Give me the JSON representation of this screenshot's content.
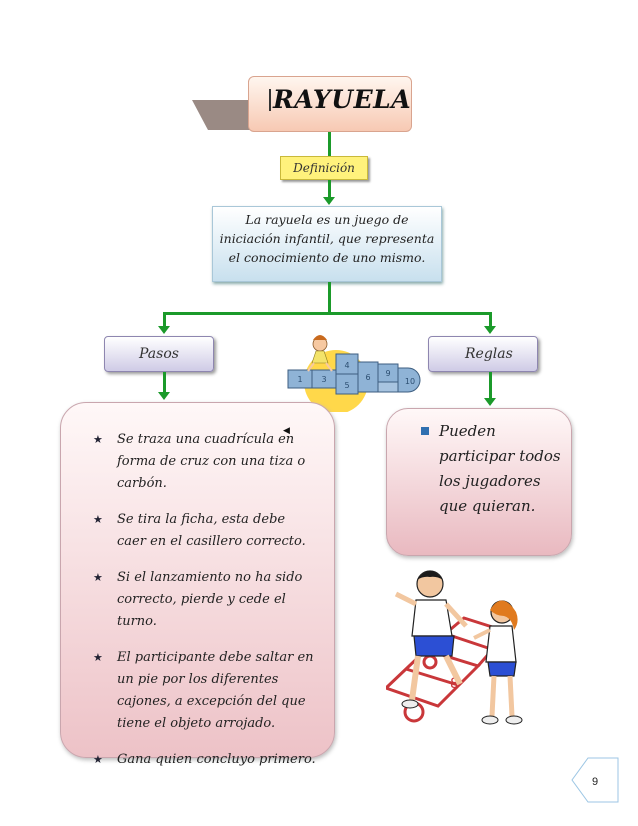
{
  "title": "RAYUELA",
  "definition_label": "Definición",
  "definition_text": "La rayuela es un juego de iniciación infantil, que representa el conocimiento de uno mismo.",
  "branches": {
    "left_label": "Pasos",
    "right_label": "Reglas"
  },
  "pasos": [
    "Se traza una cuadrícula en forma de cruz  con una tiza o carbón.",
    "Se tira la ficha, esta debe caer en el casillero correcto.",
    "Si el lanzamiento no ha sido correcto, pierde y cede el turno.",
    "El participante debe saltar en un pie por los diferentes cajones, a excepción del que tiene el objeto arrojado.",
    "Gana quien concluyo primero."
  ],
  "reglas": [
    "Pueden participar todos los jugadores que quieran."
  ],
  "page_number": "9",
  "colors": {
    "connector": "#1b9a2a",
    "title_fill": "#f7c9b3",
    "definition_fill": "#fff27c",
    "boxes_fill": "#edc2c7"
  }
}
